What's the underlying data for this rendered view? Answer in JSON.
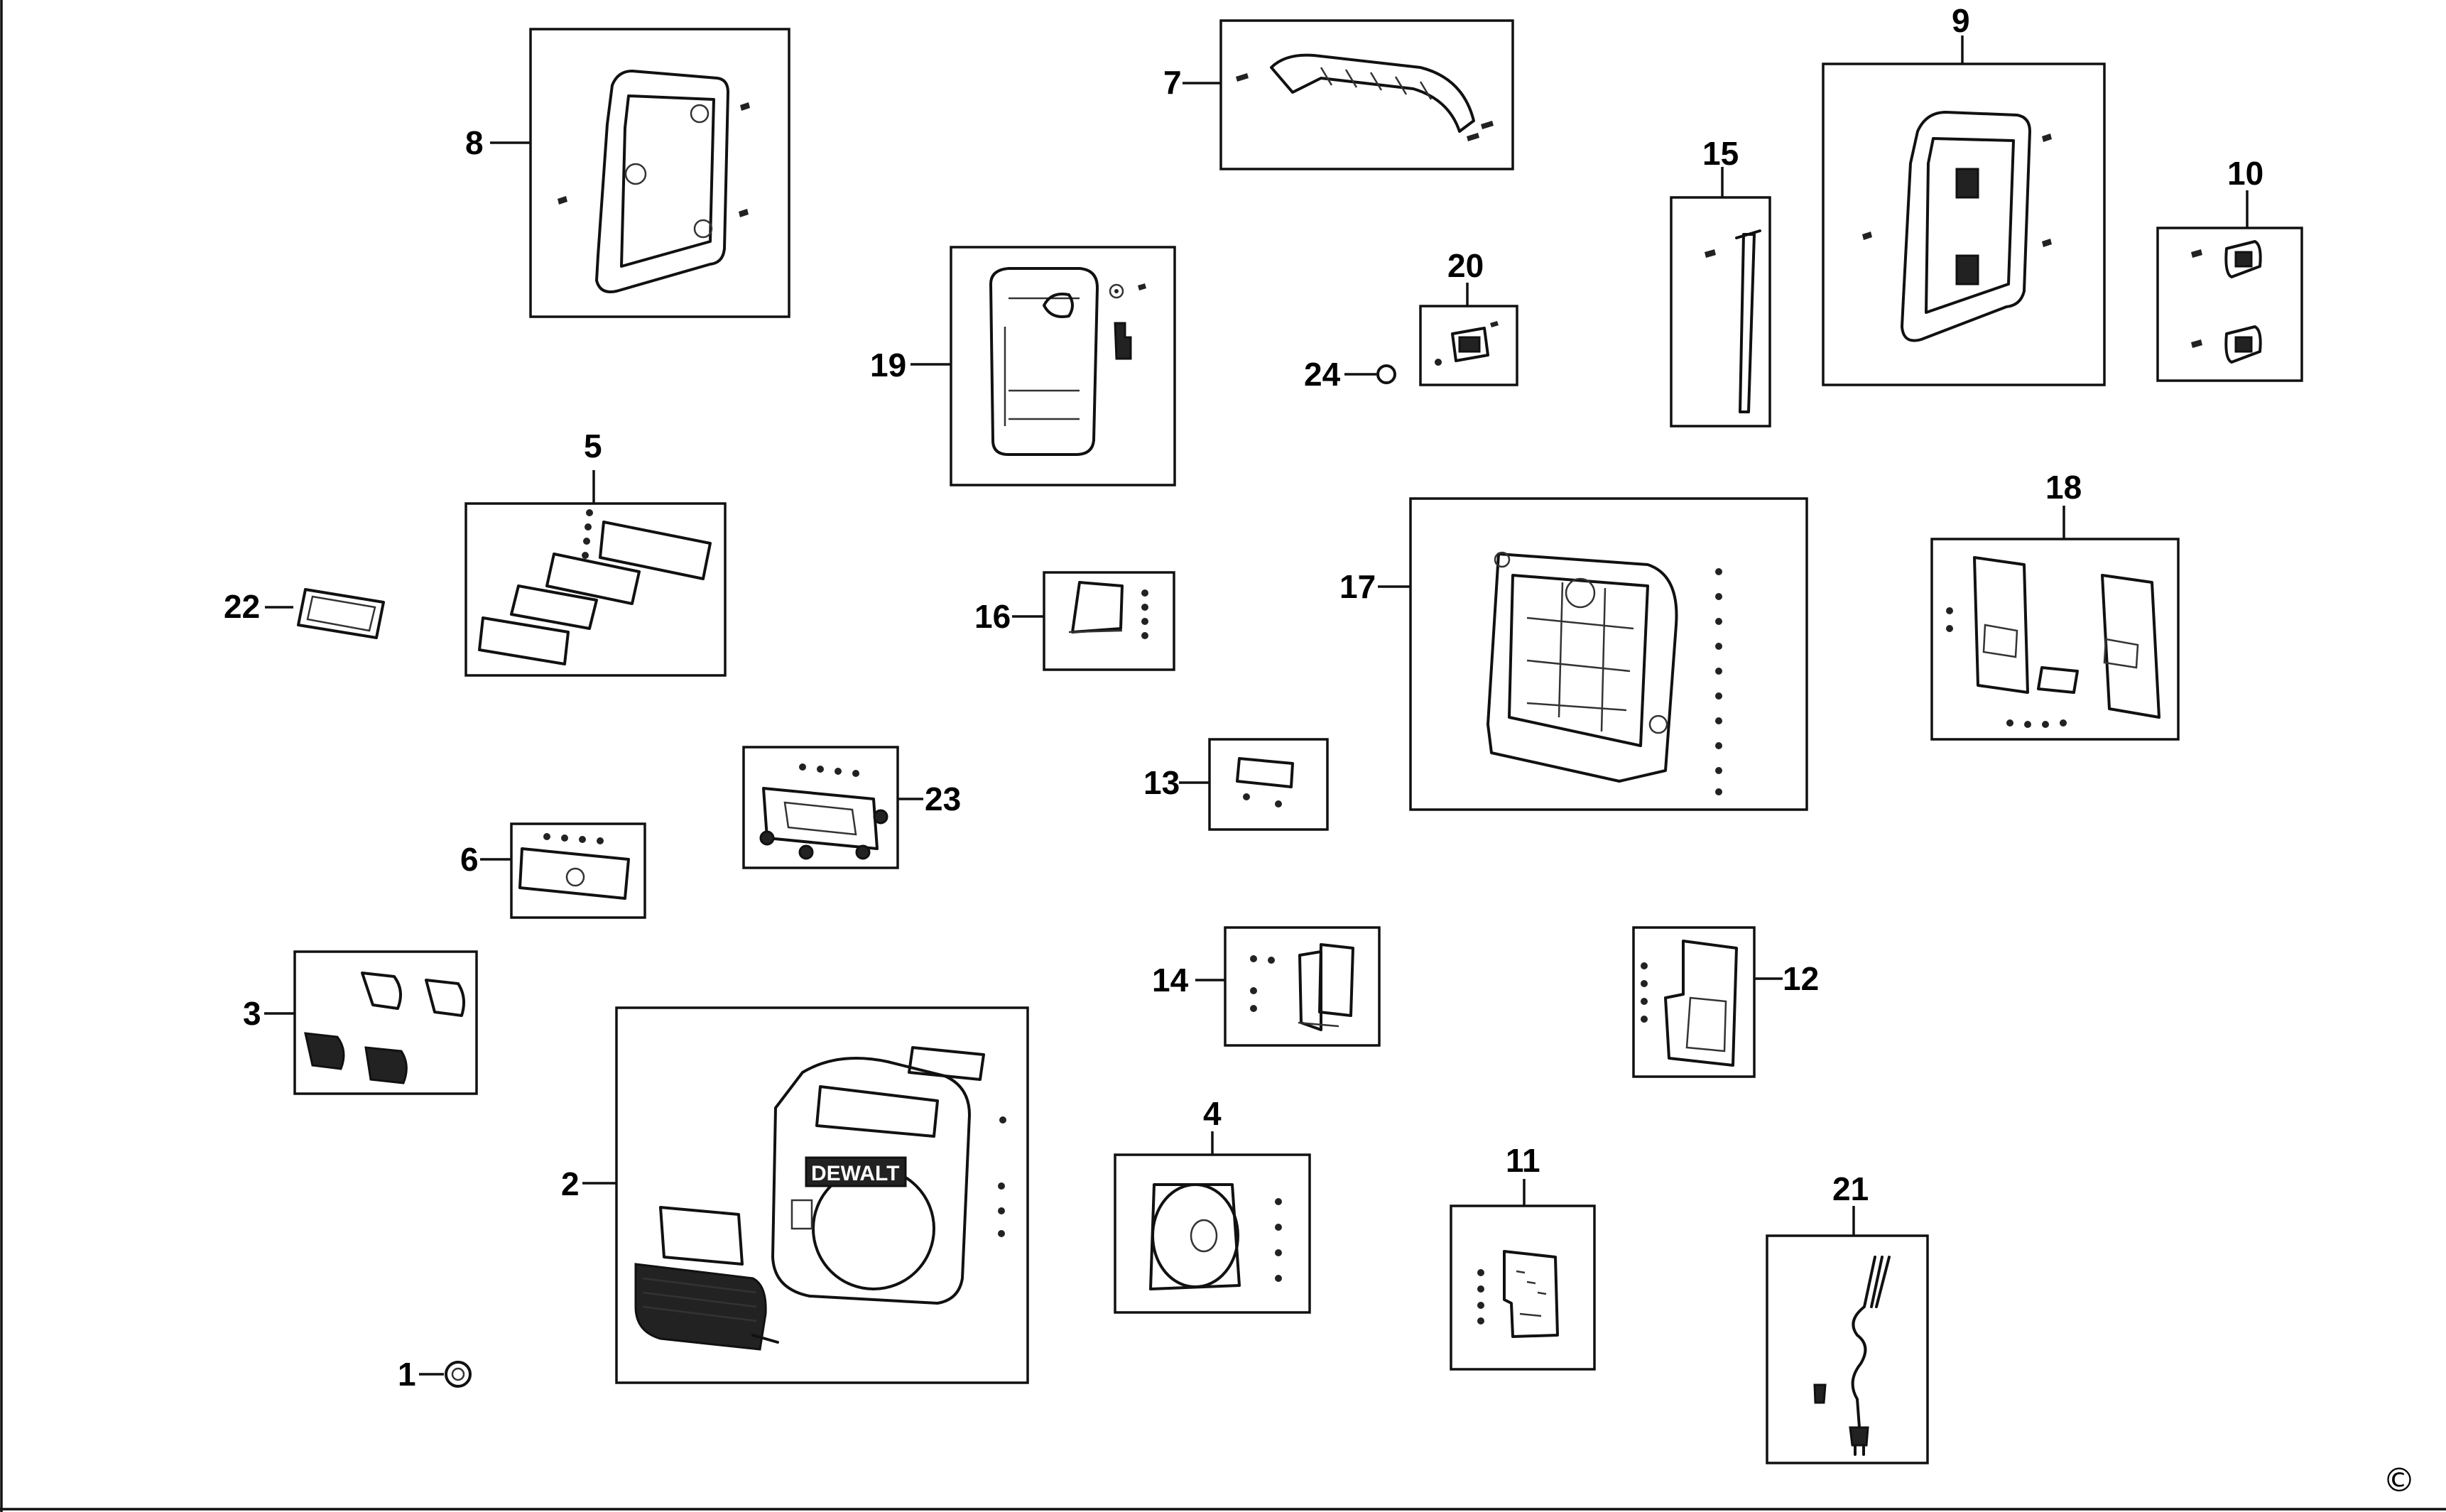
{
  "labels": {
    "p1": "1",
    "p2": "2",
    "p3": "3",
    "p4": "4",
    "p5": "5",
    "p6": "6",
    "p7": "7",
    "p8": "8",
    "p9": "9",
    "p10": "10",
    "p11": "11",
    "p12": "12",
    "p13": "13",
    "p14": "14",
    "p15": "15",
    "p16": "16",
    "p17": "17",
    "p18": "18",
    "p19": "19",
    "p20": "20",
    "p21": "21",
    "p22": "22",
    "p23": "23",
    "p24": "24"
  },
  "brand_logo_text": "DEWALT",
  "copyright_mark": "©"
}
